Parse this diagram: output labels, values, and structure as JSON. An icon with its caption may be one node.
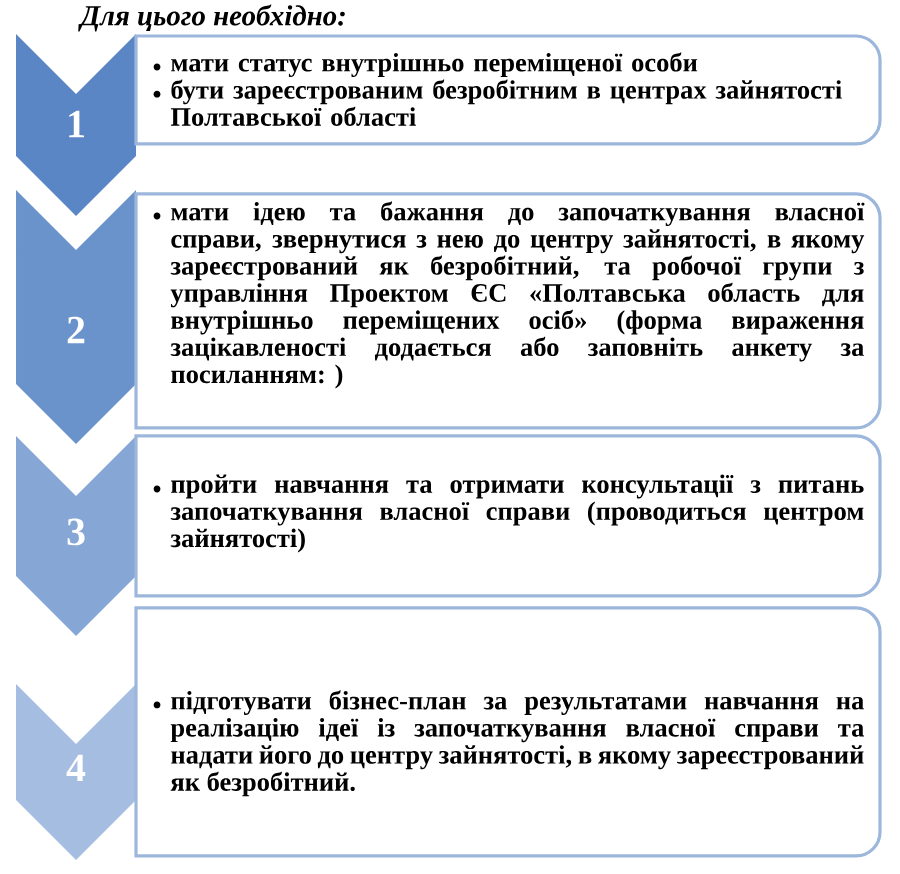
{
  "diagram": {
    "title": "Для цього необхідно:",
    "nodes": [
      {
        "text": [
          "1"
        ]
      },
      {
        "text": [
          "мати статус внутрішньо переміщеної особи",
          "бути зареєстрованим безробітним в центрах зайнятості Полтавської області"
        ]
      },
      {
        "text": [
          "2"
        ]
      },
      {
        "text": [
          "мати ідею та бажання до започаткування власної справи, звернутися з нею до центру зайнятості, в якому зареєстрований як безробітний, та робочої групи з управління Проектом ЄС «Полтавська область для внутрішньо переміщених осіб» (форма вираження зацікавленості додається або заповніть анкету за посиланням: )"
        ]
      },
      {
        "text": [
          "3"
        ]
      },
      {
        "text": [
          "пройти навчання та отримати консультації з питань започаткування власної справи (проводиться центром зайнятості)"
        ]
      },
      {
        "text": [
          "4"
        ]
      },
      {
        "text": [
          "підготувати бізнес-план за результатами навчання на реалізацію ідеї із започаткування власної справи та надати його до центру зайнятості, в якому зареєстрований як безробітний."
        ]
      }
    ]
  }
}
